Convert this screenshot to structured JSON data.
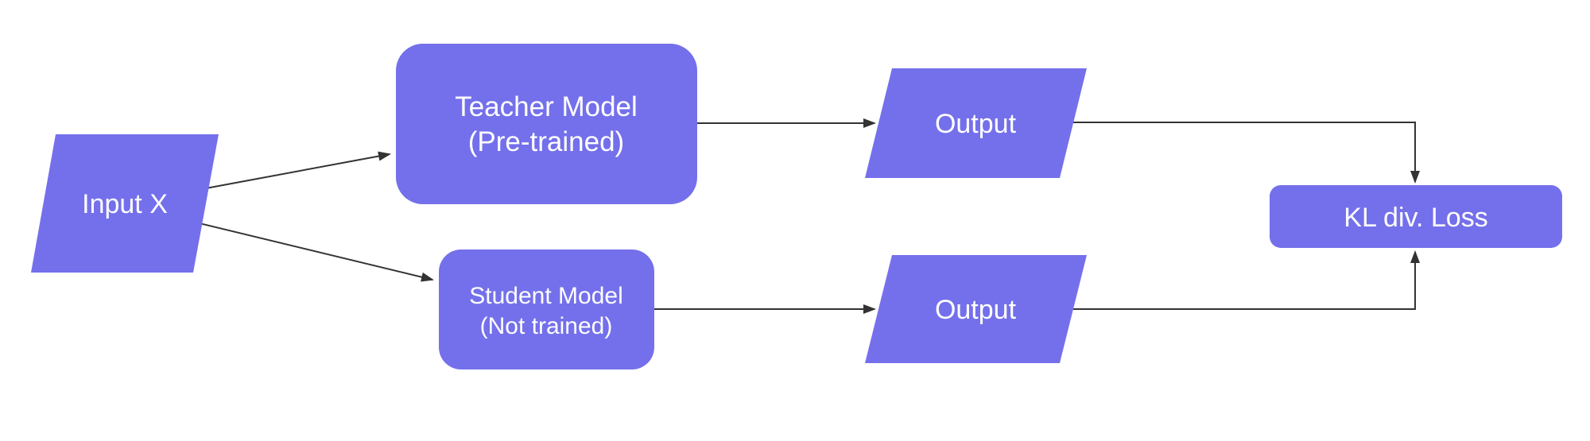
{
  "diagram": {
    "nodes": {
      "input": {
        "label": "Input X",
        "shape": "parallelogram"
      },
      "teacher": {
        "line1": "Teacher Model",
        "line2": "(Pre-trained)",
        "shape": "rounded-rect"
      },
      "student": {
        "line1": "Student Model",
        "line2": "(Not trained)",
        "shape": "rounded-rect"
      },
      "output_top": {
        "label": "Output",
        "shape": "parallelogram"
      },
      "output_bottom": {
        "label": "Output",
        "shape": "parallelogram"
      },
      "loss": {
        "label": "KL div. Loss",
        "shape": "rounded-rect"
      }
    },
    "edges": [
      {
        "from": "input",
        "to": "teacher",
        "style": "straight-arrow"
      },
      {
        "from": "input",
        "to": "student",
        "style": "straight-arrow"
      },
      {
        "from": "teacher",
        "to": "output_top",
        "style": "straight-arrow"
      },
      {
        "from": "student",
        "to": "output_bottom",
        "style": "straight-arrow"
      },
      {
        "from": "output_top",
        "to": "loss",
        "style": "elbow-arrow-down"
      },
      {
        "from": "output_bottom",
        "to": "loss",
        "style": "elbow-arrow-up"
      }
    ],
    "colors": {
      "node_fill": "#7470EB",
      "node_text": "#FFFFFF",
      "edge": "#333333",
      "background": "#FFFFFF"
    }
  }
}
